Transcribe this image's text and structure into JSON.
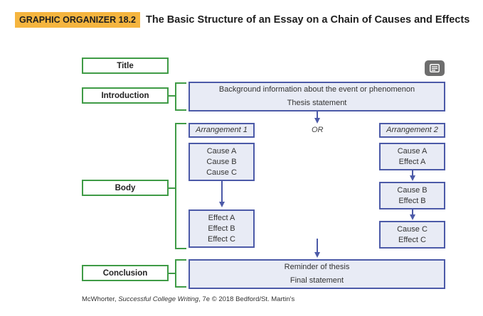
{
  "header": {
    "tag": "GRAPHIC ORGANIZER 18.2",
    "title": "The Basic Structure of an Essay on a Chain of Causes and Effects"
  },
  "labels": {
    "title": "Title",
    "introduction": "Introduction",
    "body": "Body",
    "conclusion": "Conclusion"
  },
  "introduction": {
    "line1": "Background information about the event or phenomenon",
    "line2": "Thesis statement"
  },
  "or_label": "OR",
  "arrangement1": {
    "label": "Arrangement 1",
    "causes": [
      "Cause A",
      "Cause B",
      "Cause C"
    ],
    "effects": [
      "Effect A",
      "Effect B",
      "Effect C"
    ]
  },
  "arrangement2": {
    "label": "Arrangement 2",
    "pairs": [
      [
        "Cause A",
        "Effect A"
      ],
      [
        "Cause B",
        "Effect B"
      ],
      [
        "Cause C",
        "Effect C"
      ]
    ]
  },
  "conclusion": {
    "line1": "Reminder of thesis",
    "line2": "Final statement"
  },
  "footer": {
    "before": "McWhorter, ",
    "italic": "Successful College Writing",
    "after": ", 7e © 2018 Bedford/St. Martin's"
  },
  "icons": {
    "note_button": "note-icon"
  },
  "colors": {
    "tag": "#f5b53f",
    "green": "#3f9b46",
    "blue": "#4c5aa8",
    "fill": "#e8ebf5"
  }
}
